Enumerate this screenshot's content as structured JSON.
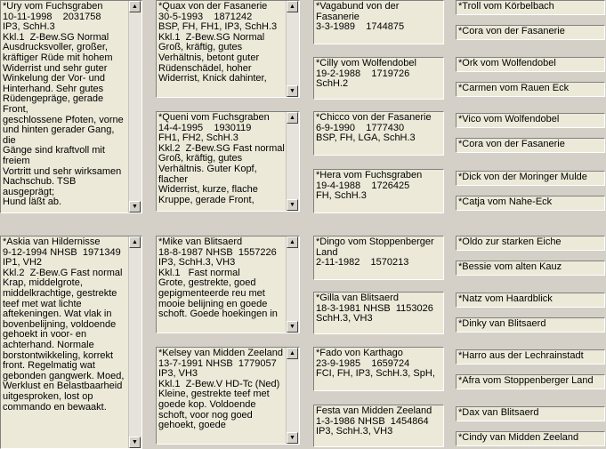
{
  "scroll_up_glyph": "▲",
  "scroll_down_glyph": "▼",
  "family_tree": {
    "dog1": {
      "subject": "*Ury vom Fuchsgraben\n10-11-1998    2031758\nIP3, SchH.3\nKkl.1  Z-Bew.SG Normal\nAusdrucksvoller, großer,\nkräftiger Rüde mit hohem\nWiderrist und sehr guter\nWinkelung der Vor- und\nHinterhand. Sehr gutes\nRüdengepräge, gerade Front,\ngeschlossene Pfoten, vorne\nund hinten gerader Gang, die\nGänge sind kraftvoll mit freiem\nVortritt und sehr wirksamen\nNachschub. TSB ausgeprägt;\nHund läßt ab.",
      "sire": "*Quax von der Fasanerie\n30-5-1993    1871242\nBSP, FH, FH1, IP3, SchH.3\nKkl.1  Z-Bew.SG Normal\nGroß, kräftig, gutes\nVerhältnis, betont guter\nRüdenschädel, hoher\nWiderrist, Knick dahinter,",
      "dam": "*Queni vom Fuchsgraben\n14-4-1995    1930119\nFH1, FH2, SchH.3\nKkl.2  Z-Bew.SG Fast normal\nGroß, kräftig, gutes\nVerhältnis. Guter Kopf, flacher\nWiderrist, kurze, flache\nKruppe, gerade Front,",
      "gs1": "*Vagabund von der\nFasanerie\n3-3-1989    1744875",
      "gd1": "*Cilly vom Wolfendobel\n19-2-1988    1719726\nSchH.2",
      "gs2": "*Chicco von der Fasanerie\n6-9-1990    1777430\nBSP, FH, LGA, SchH.3",
      "gd2": "*Hera vom Fuchsgraben\n19-4-1988    1726425\nFH, SchH.3",
      "ggp": [
        "*Troll vom Körbelbach",
        "*Cora von der Fasanerie",
        "*Ork vom Wolfendobel",
        "*Carmen vom Rauen Eck",
        "*Vico vom Wolfendobel",
        "*Cora von der Fasanerie",
        "*Dick von der Moringer Mulde",
        "*Catja vom Nahe-Eck"
      ]
    },
    "dog2": {
      "subject": "*Askia van Hildernisse\n9-12-1994 NHSB  1971349\nIP1, VH2\nKkl.2  Z-Bew.G Fast normal\nKrap, middelgrote,\nmiddelkrachtige, gestrekte\nteef met wat lichte\naftekeningen. Wat vlak in\nbovenbelijning, voldoende\ngehoekt in voor- en\nachterhand. Normale\nborstontwikkeling, korrekt\nfront. Regelmatig wat\ngebonden gangwerk. Moed,\nWerklust en Belastbaarheid\nuitgesproken, lost op\ncommando en bewaakt.",
      "sire": "*Mike van Blitsaerd\n18-8-1987 NHSB  1557226\nIP3, SchH.3, VH3\nKkl.1   Fast normal\nGrote, gestrekte, goed\ngepigmenteerde reu met\nmooie belijning en goede\nschoft. Goede hoekingen in",
      "dam": "*Kelsey van Midden Zeeland\n13-7-1991 NHSB  1779057\nIP3, VH3\nKkl.1  Z-Bew.V HD-Tc (Ned)\nKleine, gestrekte teef met\ngoede kop. Voldoende\nschoft, voor nog goed\ngehoekt, goede",
      "gs1": "*Dingo vom Stoppenberger\nLand\n2-11-1982    1570213",
      "gd1": "*Gilla van Blitsaerd\n18-3-1981 NHSB  1153026\nSchH.3, VH3",
      "gs2": "*Fado von Karthago\n23-9-1985    1659724\nFCI, FH, IP3, SchH.3, SpH,",
      "gd2": "Festa van Midden Zeeland\n1-3-1986 NHSB  1454864\nIP3, SchH.3, VH3",
      "ggp": [
        "*Oldo zur starken Eiche",
        "*Bessie vom alten Kauz",
        "*Natz vom Haardblick",
        "*Dinky van Blitsaerd",
        "*Harro aus der Lechrainstadt",
        "*Afra vom Stoppenberger Land",
        "*Dax van Blitsaerd",
        "*Cindy van Midden Zeeland"
      ]
    }
  }
}
